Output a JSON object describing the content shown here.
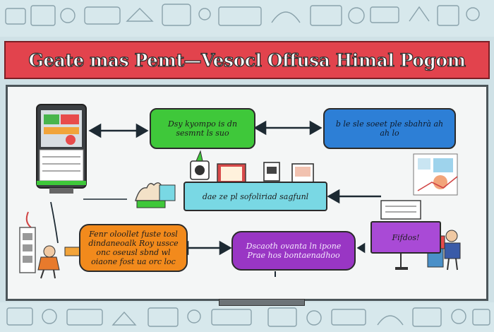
{
  "banner": {
    "title": "Geate mas Pemt—Vesocl Offusa Himal Pogom"
  },
  "nodes": {
    "green": {
      "text": "Dsy kyompo is dn sesmnt ls suo"
    },
    "blue": {
      "text": "b le  sle  soeet  ple  sbahrà  ah  ah  lo"
    },
    "cyan": {
      "text": "dae  ze  pl  sofoliriad  sagfunl"
    },
    "orange": {
      "text": "Fenr oloollet  fuste tosl  dindaneoalk Roy  ussce  onc oseusl  sbnd  wl oiaone fost  ua  orc  loc"
    },
    "purple": {
      "text": "Dscaoth  ovanta  ln  ipone  Prae  hos  bontaenadhoo"
    },
    "violet": {
      "text": "Fifdos!"
    }
  },
  "colors": {
    "banner": "#e2434d",
    "green": "#3fc83a",
    "blue": "#2d7fd6",
    "cyan": "#79d8e4",
    "orange": "#f28a1c",
    "purple": "#9936c4",
    "violet": "#a94ad6"
  },
  "icons": [
    "tablet-device-icon",
    "board-monitor-icon",
    "hand-sketch-icon",
    "tools-icon",
    "printer-icon",
    "presenter-person-icon",
    "chart-sketch-icon",
    "worker-person-icon"
  ]
}
